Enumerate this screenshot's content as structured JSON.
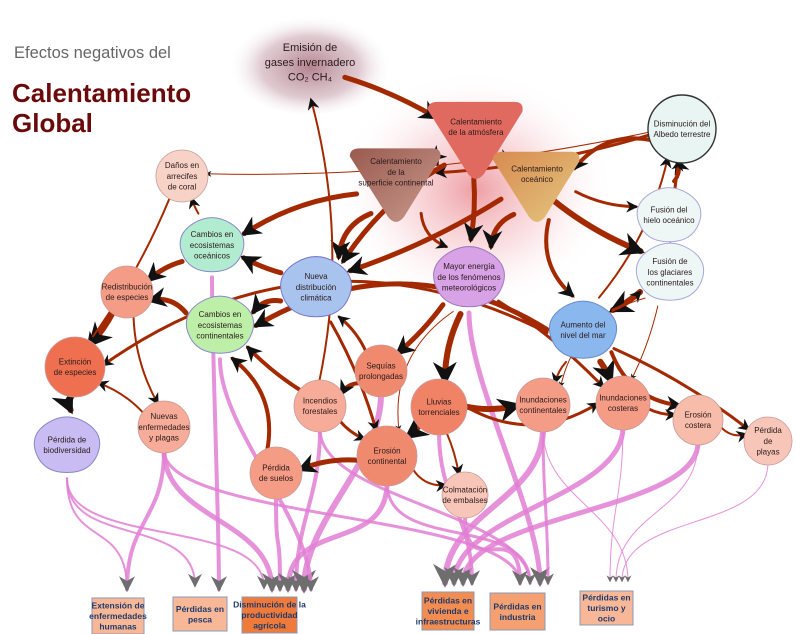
{
  "header": {
    "subtitle": "Efectos negativos del",
    "title_line1": "Calentamiento",
    "title_line2": "Global"
  },
  "colors": {
    "causal_arrow": "#a32a00",
    "impact_arrow": "#e27fd3",
    "title": "#6a0a0a",
    "box_text": "#1f3a6a"
  },
  "nodes": [
    {
      "id": "emision",
      "lines": [
        "Emisión de",
        "gases invernadero",
        "CO₂ CH₄"
      ],
      "shape": "blob",
      "fill": "#b07a8a",
      "fs": 11
    },
    {
      "id": "atmosfera",
      "lines": [
        "Calentamiento",
        "de la atmósfera"
      ],
      "shape": "triangle",
      "fill": "#e06a60",
      "fs": 8
    },
    {
      "id": "superficie",
      "lines": [
        "Calentamiento",
        "de la",
        "superficie continental"
      ],
      "shape": "triangle",
      "fill": "#b47a6c",
      "fs": 8
    },
    {
      "id": "oceanico",
      "lines": [
        "Calentamiento",
        "oceánico"
      ],
      "shape": "triangle",
      "fill": "#dfb060",
      "fs": 8
    },
    {
      "id": "albedo",
      "lines": [
        "Disminución del",
        "Albedo terrestre"
      ],
      "shape": "circle",
      "fill": "#e8f5f2",
      "stroke": "#333333",
      "fs": 8
    },
    {
      "id": "hielo",
      "lines": [
        "Fusión del",
        "hielo oceánico"
      ],
      "shape": "pentagon",
      "fill": "#eef7f6",
      "stroke": "#a8a8d8",
      "fs": 8
    },
    {
      "id": "glaciares",
      "lines": [
        "Fusión de",
        "los glaciares",
        "continentales"
      ],
      "shape": "pentagon",
      "fill": "#eef7f6",
      "stroke": "#a8a8d8",
      "fs": 8
    },
    {
      "id": "coral",
      "lines": [
        "Daños en",
        "arrecifes",
        "de coral"
      ],
      "shape": "circle",
      "fill": "#f7d2c6",
      "fs": 8
    },
    {
      "id": "ecooceanicos",
      "lines": [
        "Cambios en",
        "ecosistemas",
        "oceánicos"
      ],
      "shape": "pentagon",
      "fill": "#b2ecd0",
      "stroke": "#8888cc",
      "fs": 8
    },
    {
      "id": "nuevadist",
      "lines": [
        "Nueva",
        "distribución",
        "climática"
      ],
      "shape": "pentagon",
      "fill": "#a8c4ee",
      "stroke": "#7a7acc",
      "fs": 8
    },
    {
      "id": "energia",
      "lines": [
        "Mayor energía",
        "de los fenómenos",
        "meteorológicos"
      ],
      "shape": "pentagon",
      "fill": "#d8a2e6",
      "stroke": "#a07ac0",
      "fs": 8
    },
    {
      "id": "redistribucion",
      "lines": [
        "Redistribución",
        "de especies"
      ],
      "shape": "circle",
      "fill": "#f49c86",
      "fs": 8
    },
    {
      "id": "ecocontinentales",
      "lines": [
        "Cambios en",
        "ecosistemas",
        "continentales"
      ],
      "shape": "pentagon",
      "fill": "#bdefa8",
      "stroke": "#8888cc",
      "fs": 8
    },
    {
      "id": "nivelmar",
      "lines": [
        "Aumento del",
        "nivel del mar"
      ],
      "shape": "pentagon",
      "fill": "#8ab8ee",
      "stroke": "#6a8acc",
      "fs": 8
    },
    {
      "id": "extincion",
      "lines": [
        "Extinción",
        "de especies"
      ],
      "shape": "circle",
      "fill": "#ee7050",
      "fs": 8
    },
    {
      "id": "sequias",
      "lines": [
        "Sequías",
        "prolongadas"
      ],
      "shape": "circle",
      "fill": "#f08a6e",
      "fs": 8
    },
    {
      "id": "incendios",
      "lines": [
        "Incendios",
        "forestales"
      ],
      "shape": "circle",
      "fill": "#f6ac98",
      "fs": 8
    },
    {
      "id": "lluvias",
      "lines": [
        "Lluvias",
        "torrenciales"
      ],
      "shape": "circle",
      "fill": "#f08266",
      "fs": 8
    },
    {
      "id": "inundcont",
      "lines": [
        "Inundaciones",
        "continentales"
      ],
      "shape": "circle",
      "fill": "#f49c86",
      "fs": 8
    },
    {
      "id": "inundcost",
      "lines": [
        "Inundaciones",
        "costeras"
      ],
      "shape": "circle",
      "fill": "#f49c86",
      "fs": 8
    },
    {
      "id": "erosioncost",
      "lines": [
        "Erosión",
        "costera"
      ],
      "shape": "circle",
      "fill": "#f8bcaa",
      "fs": 8
    },
    {
      "id": "playas",
      "lines": [
        "Pérdida",
        "de",
        "playas"
      ],
      "shape": "circle",
      "fill": "#f8c6b8",
      "fs": 8
    },
    {
      "id": "enfermedades",
      "lines": [
        "Nuevas",
        "enfermedades",
        "y plagas"
      ],
      "shape": "circle",
      "fill": "#f6ac98",
      "fs": 8
    },
    {
      "id": "biodiversidad",
      "lines": [
        "Pérdida de",
        "biodiversidad"
      ],
      "shape": "pentagon",
      "fill": "#c8bcf2",
      "stroke": "#8888cc",
      "fs": 8
    },
    {
      "id": "erosioncont",
      "lines": [
        "Erosión",
        "continental"
      ],
      "shape": "circle",
      "fill": "#f08a6e",
      "fs": 8
    },
    {
      "id": "suelos",
      "lines": [
        "Pérdida",
        "de suelos"
      ],
      "shape": "circle",
      "fill": "#f49c86",
      "fs": 8
    },
    {
      "id": "colmatacion",
      "lines": [
        "Colmatación",
        "de embalses"
      ],
      "shape": "circle",
      "fill": "#f8c6b8",
      "fs": 8
    }
  ],
  "impact_boxes": [
    {
      "id": "humanas",
      "lines": [
        "Extensión de",
        "enfermedades",
        "humanas"
      ],
      "fill": "#f8b898"
    },
    {
      "id": "pesca",
      "lines": [
        "Pérdidas en",
        "pesca"
      ],
      "fill": "#f8b898"
    },
    {
      "id": "agricola",
      "lines": [
        "Disminución de la",
        "productividad",
        "agrícola"
      ],
      "fill": "#f07a3a"
    },
    {
      "id": "vivienda",
      "lines": [
        "Pérdidas en",
        "vivienda e",
        "infraestructuras"
      ],
      "fill": "#f28c50"
    },
    {
      "id": "industria",
      "lines": [
        "Pérdidas en",
        "industria"
      ],
      "fill": "#f4a070"
    },
    {
      "id": "turismo",
      "lines": [
        "Pérdidas en",
        "turismo y",
        "ocio"
      ],
      "fill": "#f8b898"
    }
  ],
  "causal_links": [
    [
      "emision",
      "atmosfera",
      5
    ],
    [
      "atmosfera",
      "superficie",
      4
    ],
    [
      "superficie",
      "atmosfera",
      3
    ],
    [
      "atmosfera",
      "oceanico",
      4
    ],
    [
      "oceanico",
      "atmosfera",
      4
    ],
    [
      "albedo",
      "oceanico",
      4
    ],
    [
      "albedo",
      "superficie",
      3
    ],
    [
      "oceanico",
      "hielo",
      3
    ],
    [
      "hielo",
      "albedo",
      4
    ],
    [
      "glaciares",
      "albedo",
      3
    ],
    [
      "nivelmar",
      "albedo",
      2
    ],
    [
      "oceanico",
      "energia",
      5
    ],
    [
      "atmosfera",
      "energia",
      5
    ],
    [
      "atmosfera",
      "nuevadist",
      5
    ],
    [
      "superficie",
      "nuevadist",
      5
    ],
    [
      "oceanico",
      "nuevadist",
      5
    ],
    [
      "atmosfera",
      "glaciares",
      6
    ],
    [
      "oceanico",
      "nivelmar",
      4
    ],
    [
      "glaciares",
      "nivelmar",
      6
    ],
    [
      "nivelmar",
      "glaciares",
      3
    ],
    [
      "superficie",
      "energia",
      3
    ],
    [
      "nuevadist",
      "ecooceanicos",
      5
    ],
    [
      "superficie",
      "ecooceanicos",
      5
    ],
    [
      "nuevadist",
      "ecocontinentales",
      5
    ],
    [
      "ecooceanicos",
      "coral",
      2
    ],
    [
      "ecooceanicos",
      "redistribucion",
      5
    ],
    [
      "ecocontinentales",
      "redistribucion",
      5
    ],
    [
      "redistribucion",
      "extincion",
      6
    ],
    [
      "redistribucion",
      "enfermedades",
      2
    ],
    [
      "extincion",
      "biodiversidad",
      6
    ],
    [
      "coral",
      "extincion",
      2
    ],
    [
      "enfermedades",
      "extincion",
      2
    ],
    [
      "nivelmar",
      "ecocontinentales",
      5
    ],
    [
      "energia",
      "sequias",
      5
    ],
    [
      "energia",
      "lluvias",
      6
    ],
    [
      "sequias",
      "incendios",
      4
    ],
    [
      "incendios",
      "ecocontinentales",
      4
    ],
    [
      "incendios",
      "erosioncont",
      3
    ],
    [
      "suelos",
      "ecocontinentales",
      4
    ],
    [
      "lluvias",
      "erosioncont",
      6
    ],
    [
      "erosioncont",
      "suelos",
      5
    ],
    [
      "erosioncont",
      "colmatacion",
      2
    ],
    [
      "lluvias",
      "colmatacion",
      2
    ],
    [
      "lluvias",
      "inundcont",
      6
    ],
    [
      "lluvias",
      "inundcost",
      3
    ],
    [
      "nivelmar",
      "inundcost",
      6
    ],
    [
      "nivelmar",
      "inundcont",
      2
    ],
    [
      "nivelmar",
      "erosioncost",
      4
    ],
    [
      "nivelmar",
      "playas",
      3
    ],
    [
      "inundcost",
      "erosioncost",
      3
    ],
    [
      "erosioncost",
      "playas",
      2
    ],
    [
      "energia",
      "inundcost",
      3
    ],
    [
      "incendios",
      "emision",
      2
    ],
    [
      "nivelmar",
      "extincion",
      3
    ],
    [
      "albedo",
      "coral",
      1
    ],
    [
      "sequias",
      "nuevadist",
      3
    ],
    [
      "glaciares",
      "inundcont",
      1
    ],
    [
      "glaciares",
      "inundcost",
      1
    ],
    [
      "hielo",
      "glaciares",
      1
    ],
    [
      "energia",
      "erosioncont",
      1
    ],
    [
      "nuevadist",
      "erosioncont",
      3
    ]
  ],
  "impact_links": [
    [
      "biodiversidad",
      "humanas",
      2
    ],
    [
      "biodiversidad",
      "pesca",
      2
    ],
    [
      "biodiversidad",
      "agricola",
      2
    ],
    [
      "enfermedades",
      "humanas",
      4
    ],
    [
      "ecooceanicos",
      "pesca",
      4
    ],
    [
      "enfermedades",
      "agricola",
      5
    ],
    [
      "suelos",
      "agricola",
      4
    ],
    [
      "erosioncont",
      "agricola",
      5
    ],
    [
      "incendios",
      "agricola",
      4
    ],
    [
      "sequias",
      "agricola",
      6
    ],
    [
      "ecocontinentales",
      "agricola",
      4
    ],
    [
      "enfermedades",
      "industria",
      3
    ],
    [
      "incendios",
      "industria",
      3
    ],
    [
      "inundcont",
      "vivienda",
      6
    ],
    [
      "inundcost",
      "vivienda",
      5
    ],
    [
      "erosioncost",
      "vivienda",
      5
    ],
    [
      "lluvias",
      "vivienda",
      4
    ],
    [
      "energia",
      "industria",
      5
    ],
    [
      "inundcont",
      "industria",
      3
    ],
    [
      "colmatacion",
      "industria",
      4
    ],
    [
      "erosioncont",
      "industria",
      3
    ],
    [
      "inundcost",
      "turismo",
      1
    ],
    [
      "erosioncost",
      "turismo",
      1
    ],
    [
      "playas",
      "turismo",
      1
    ],
    [
      "inundcont",
      "turismo",
      1
    ]
  ]
}
